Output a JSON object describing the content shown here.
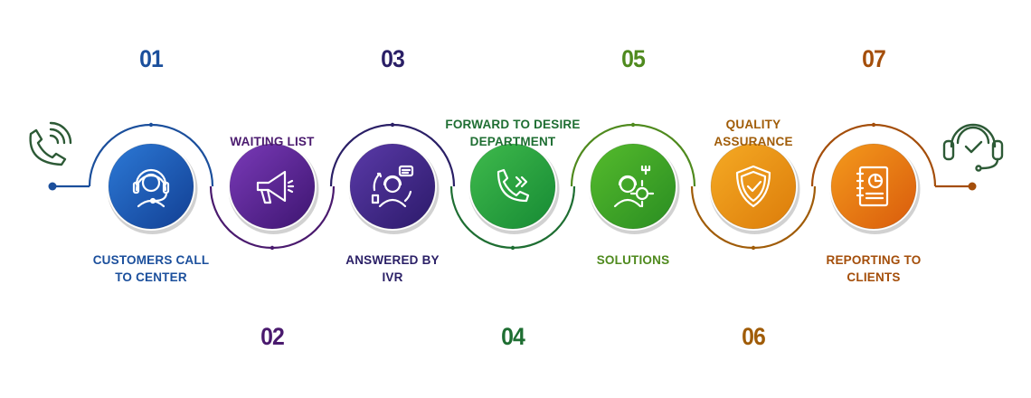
{
  "steps": [
    {
      "number": "01",
      "label_lines": [
        "CUSTOMERS CALL",
        "TO CENTER"
      ],
      "color": "#1b4f9c",
      "gradient": [
        "#2c79d6",
        "#123f93"
      ],
      "icon": "headset-agent-icon"
    },
    {
      "number": "02",
      "label_lines": [
        "WAITING LIST"
      ],
      "color": "#4a1a6e",
      "gradient": [
        "#7a3ab8",
        "#3d1570"
      ],
      "icon": "megaphone-icon"
    },
    {
      "number": "03",
      "label_lines": [
        "ANSWERED BY",
        "IVR"
      ],
      "color": "#2a1f66",
      "gradient": [
        "#5a3aa8",
        "#2c1a6a"
      ],
      "icon": "ivr-agent-icon"
    },
    {
      "number": "04",
      "label_lines": [
        "FORWARD TO DESIRE",
        "DEPARTMENT"
      ],
      "color": "#1e6e32",
      "gradient": [
        "#3fba4c",
        "#168a34"
      ],
      "icon": "call-forward-icon"
    },
    {
      "number": "05",
      "label_lines": [
        "SOLUTIONS"
      ],
      "color": "#4f8a1e",
      "gradient": [
        "#55bb2c",
        "#2a8d22"
      ],
      "icon": "support-tools-icon"
    },
    {
      "number": "06",
      "label_lines": [
        "QUALITY",
        "ASSURANCE"
      ],
      "color": "#a05c08",
      "gradient": [
        "#f5aa24",
        "#dc7c0a"
      ],
      "icon": "shield-check-icon"
    },
    {
      "number": "07",
      "label_lines": [
        "REPORTING TO",
        "CLIENTS"
      ],
      "color": "#a44e0a",
      "gradient": [
        "#f49a1c",
        "#d95b0c"
      ],
      "icon": "report-document-icon"
    }
  ],
  "start_icon": "phone-signal-icon",
  "end_icon": "headset-check-icon",
  "start_color": "#2d5a36",
  "end_color": "#2d5a36"
}
